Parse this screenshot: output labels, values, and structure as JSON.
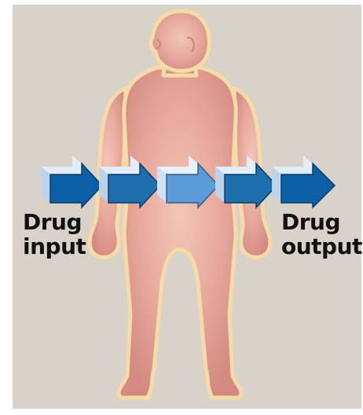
{
  "diagram": {
    "input_label_line1": "Drug",
    "input_label_line2": "input",
    "output_label_line1": "Drug",
    "output_label_line2": "output"
  },
  "colors": {
    "background": "#d9d2c8",
    "body_fill": "#e3a39a",
    "body_outline": "#f3d9a8",
    "arrow_dark": "#0b5fa6",
    "arrow_mid": "#1f6fb0",
    "arrow_light": "#5b9bd8"
  },
  "icons": [
    "human-body-icon",
    "arrow-icon"
  ]
}
